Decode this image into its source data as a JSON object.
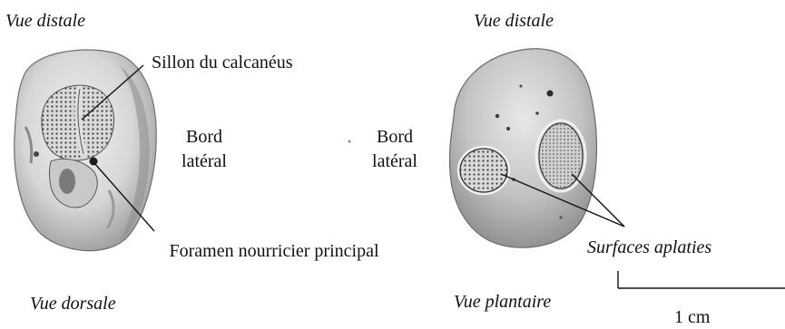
{
  "left_figure": {
    "top_view": "Vue distale",
    "bottom_view": "Vue dorsale",
    "callout_groove": "Sillon du calcanéus",
    "callout_foramen": "Foramen nourricier principal"
  },
  "center": {
    "left_edge_label": "Bord latéral",
    "right_edge_label": "Bord latéral"
  },
  "right_figure": {
    "top_view": "Vue distale",
    "bottom_view": "Vue plantaire",
    "callout_surfaces": "Surfaces aplaties"
  },
  "scale_bar": {
    "label": "1 cm"
  },
  "colors": {
    "bone_light": "#e6e6e6",
    "bone_mid": "#bdbdbd",
    "bone_dark": "#555555",
    "line": "#111111"
  }
}
